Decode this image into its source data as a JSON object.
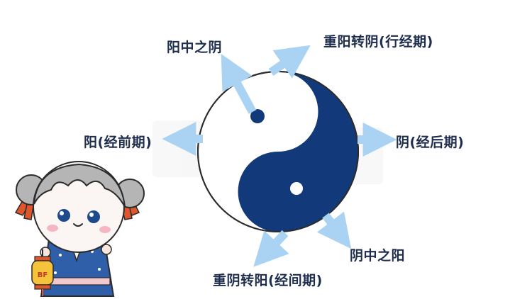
{
  "diagram": {
    "labels": {
      "top_left": "阳中之阴",
      "top_right": "重阳转阴(行经期)",
      "left": "阳(经前期)",
      "right": "阴(经后期)",
      "bottom_right": "阴中之阳",
      "bottom": "重阴转阳(经间期)"
    },
    "mascot_lantern_text": "BF",
    "colors": {
      "yin": "#123a7a",
      "yang": "#ffffff",
      "arrow": "#a9d2f3",
      "label": "#1f2d4d",
      "outline": "#2b2b2b"
    }
  }
}
